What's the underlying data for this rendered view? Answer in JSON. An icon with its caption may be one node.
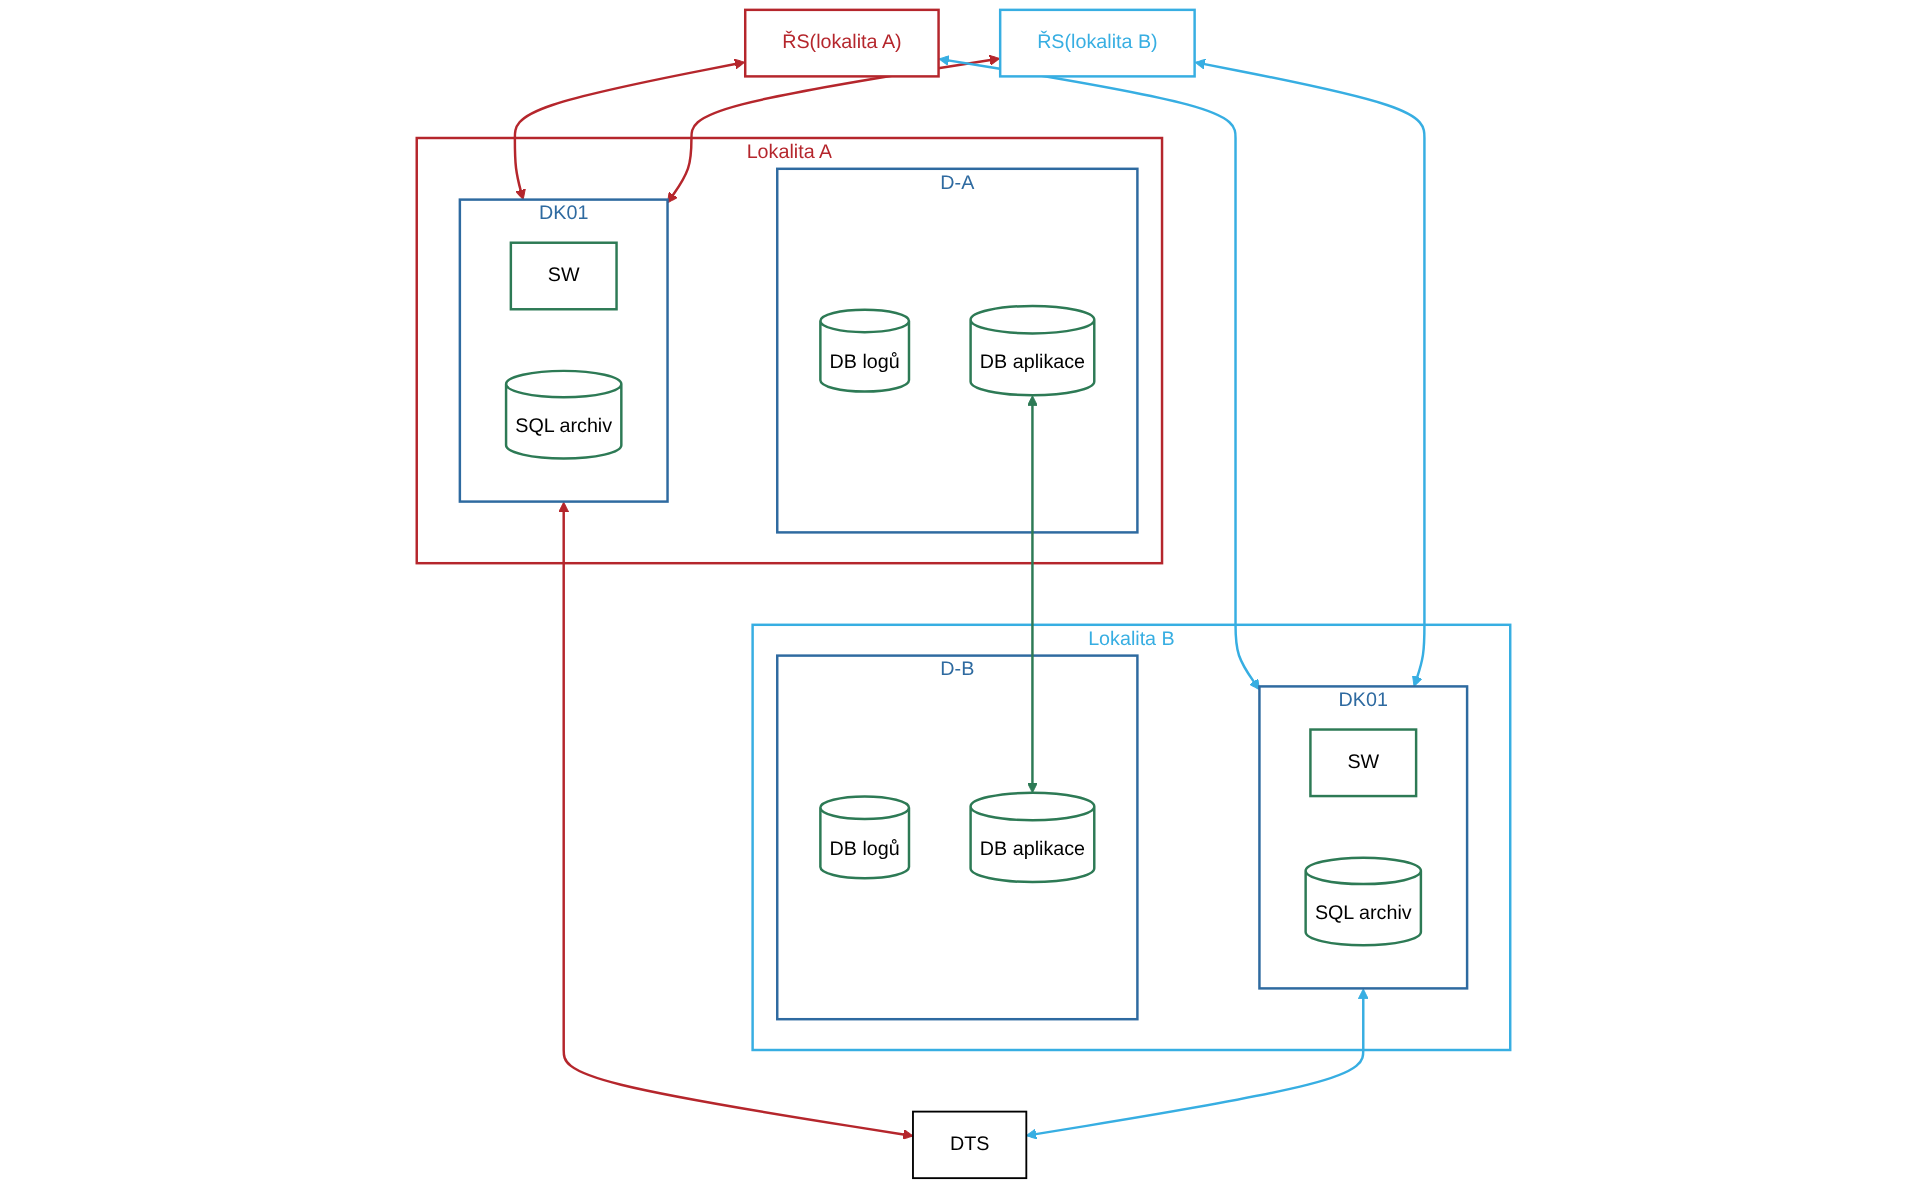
{
  "diagram": {
    "nodes": [
      {
        "text": [
          "ŘS(lokalita A)"
        ]
      },
      {
        "text": [
          "ŘS(lokalita B)"
        ]
      },
      {
        "text": [
          "Lokalita A"
        ]
      },
      {
        "text": [
          "DK01"
        ],
        "in": 2
      },
      {
        "text": [
          "SW"
        ],
        "in": 3
      },
      {
        "text": [
          "SQL archiv"
        ],
        "in": 3
      },
      {
        "text": [
          "D-A"
        ],
        "in": 2
      },
      {
        "text": [
          "DB logů"
        ],
        "in": 6
      },
      {
        "text": [
          "DB aplikace"
        ],
        "in": 6
      },
      {
        "text": [
          "Lokalita B"
        ]
      },
      {
        "text": [
          "D-B"
        ],
        "in": 9
      },
      {
        "text": [
          "DB logů"
        ],
        "in": 10
      },
      {
        "text": [
          "DB aplikace"
        ],
        "in": 10
      },
      {
        "text": [
          "DK01"
        ],
        "in": 9
      },
      {
        "text": [
          "SW"
        ],
        "in": 13
      },
      {
        "text": [
          "SQL archiv"
        ],
        "in": 13
      },
      {
        "text": [
          "DTS"
        ]
      }
    ],
    "edges": [
      {
        "from": 0,
        "to": 3,
        "arrow": "both",
        "color": "#b5262c"
      },
      {
        "from": 1,
        "to": 3,
        "arrow": "both",
        "color": "#b5262c"
      },
      {
        "from": 0,
        "to": 13,
        "arrow": "both",
        "color": "#37aee2"
      },
      {
        "from": 1,
        "to": 13,
        "arrow": "both",
        "color": "#37aee2"
      },
      {
        "from": 8,
        "to": 12,
        "arrow": "both",
        "color": "#2d7a55"
      },
      {
        "from": 3,
        "to": 16,
        "arrow": "both",
        "color": "#b5262c"
      },
      {
        "from": 13,
        "to": 16,
        "arrow": "both",
        "color": "#37aee2"
      }
    ]
  }
}
